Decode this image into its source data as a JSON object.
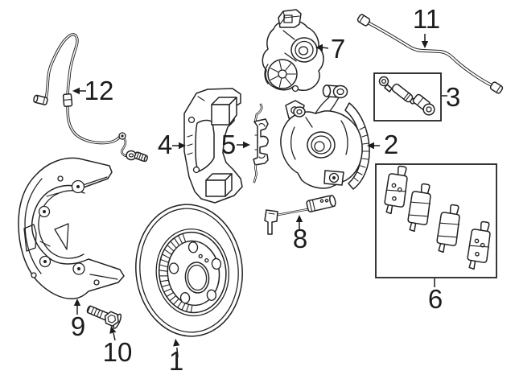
{
  "diagram": {
    "background": "#ffffff",
    "line_color": "#222222",
    "label_color": "#1c1c1c",
    "callouts": [
      {
        "num": "1"
      },
      {
        "num": "2"
      },
      {
        "num": "3"
      },
      {
        "num": "4"
      },
      {
        "num": "5"
      },
      {
        "num": "6"
      },
      {
        "num": "7"
      },
      {
        "num": "8"
      },
      {
        "num": "9"
      },
      {
        "num": "10"
      },
      {
        "num": "11"
      },
      {
        "num": "12"
      }
    ]
  }
}
